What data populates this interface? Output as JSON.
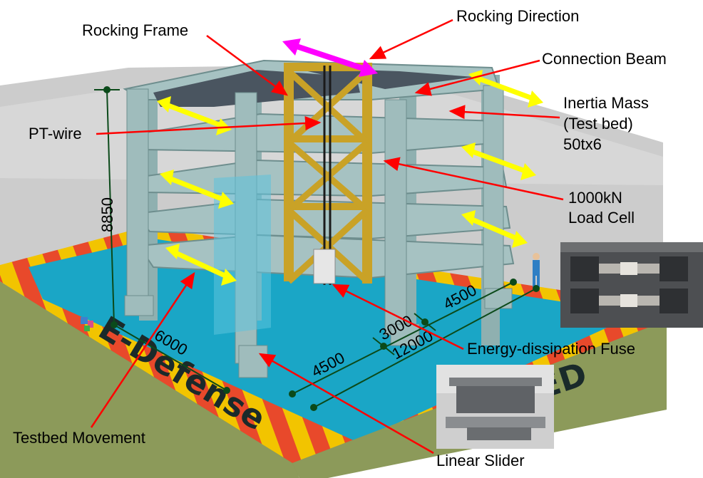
{
  "labels": {
    "rocking_direction": "Rocking Direction",
    "rocking_frame": "Rocking Frame",
    "connection_beam": "Connection Beam",
    "inertia_mass_1": "Inertia Mass",
    "inertia_mass_2": "(Test bed)",
    "inertia_mass_3": "50tx6",
    "pt_wire": "PT-wire",
    "load_cell_1": "1000kN",
    "load_cell_2": "Load Cell",
    "energy_fuse": "Energy-dissipation Fuse",
    "testbed_movement": "Testbed  Movement",
    "linear_slider": "Linear Slider"
  },
  "dimensions": {
    "height": "8850",
    "width": "6000",
    "span_a": "4500",
    "span_b": "3000",
    "span_c": "4500",
    "total": "12000"
  },
  "facility": {
    "name": "E-Defense",
    "name_tail": "ED"
  },
  "colors": {
    "arrow_red": "#ff0000",
    "arrow_yellow": "#ffff00",
    "arrow_magenta": "#ff00ff",
    "frame_gold": "#c9a227",
    "steel": "#9fbcbc",
    "table_blue": "#1aa6c6",
    "border_yellow": "#f2c400",
    "border_red": "#e8492b",
    "base_green": "#8c9a5a",
    "dim_line": "#0b4a1a"
  }
}
